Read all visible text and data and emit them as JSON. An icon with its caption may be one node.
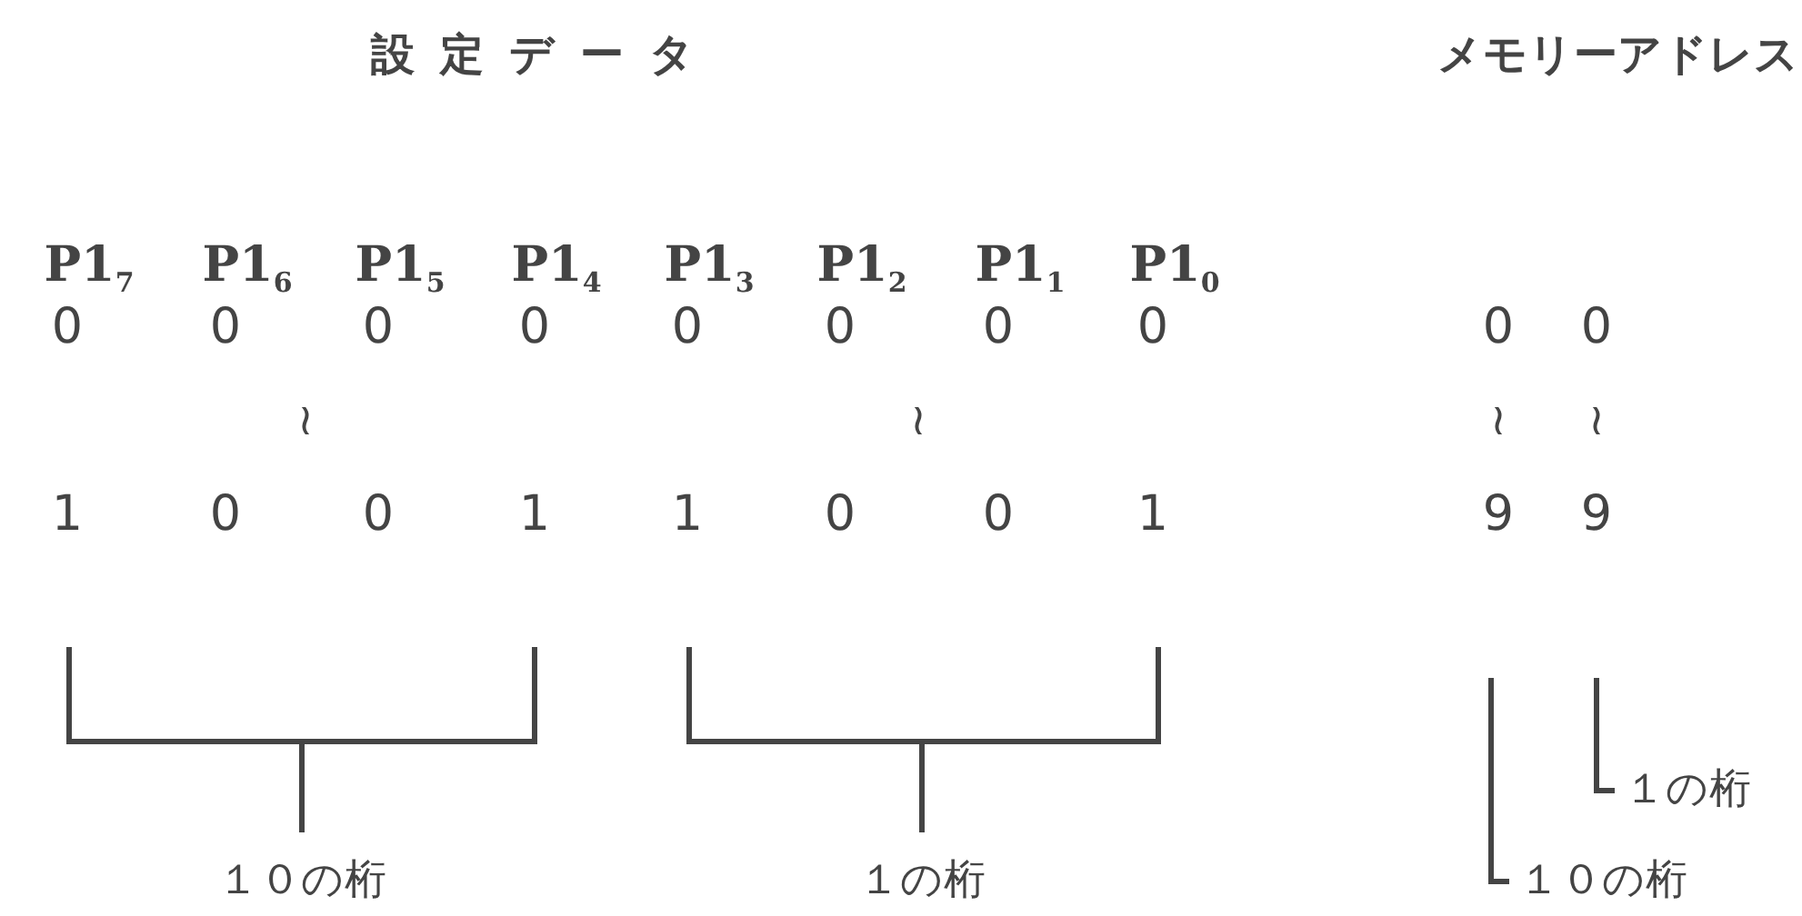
{
  "diagram": {
    "labels": [
      "設定データ",
      "メモリーアドレス",
      "P1$_{7}$",
      "P1$_{6}$",
      "P1$_{5}$",
      "P1$_{4}$",
      "P1$_{3}$",
      "P1$_{2}$",
      "P1$_{1}$",
      "P1$_{0}$",
      "0",
      "0",
      "0",
      "0",
      "0",
      "0",
      "0",
      "0",
      "0",
      "0",
      "≀",
      "≀",
      "≀",
      "≀",
      "1",
      "0",
      "0",
      "1",
      "1",
      "0",
      "0",
      "1",
      "9",
      "9",
      "１０の桁",
      "１の桁",
      "１の桁",
      "１０の桁"
    ]
  }
}
